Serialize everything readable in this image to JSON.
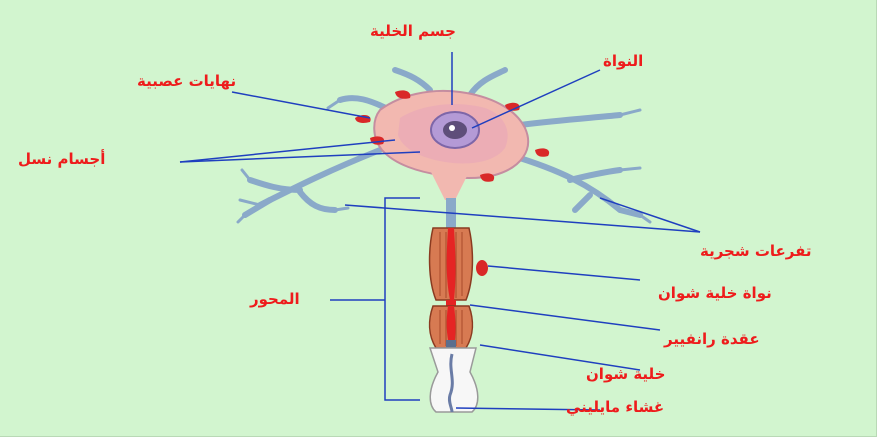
{
  "colors": {
    "background": "#d2f5cf",
    "label_text": "#ee1c1c",
    "leader_line": "#1f3fbf",
    "cell_body": "#f2b8b0",
    "dendrite": "#8aa9c9",
    "myelin": "#d77a52"
  },
  "labels": {
    "cell_body": "جسم الخلية",
    "nucleus": "النواة",
    "nerve_endings": "نهايات عصبية",
    "nissl_bodies": "أجسام نسل",
    "dendrites": "تفرعات شجرية",
    "schwann_nucleus": "نواة خلية شوان",
    "axon": "المحور",
    "node_of_ranvier": "عقدة رانفيير",
    "schwann_cell": "خلية شوان",
    "myelin_sheath": "غشاء مايليني"
  }
}
